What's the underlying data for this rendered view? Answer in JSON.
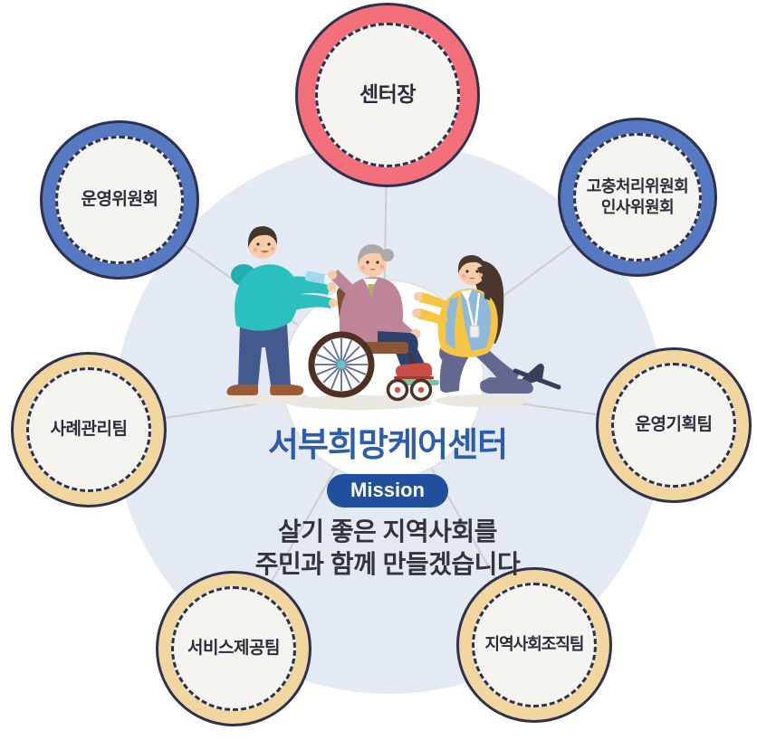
{
  "diagram": {
    "center": {
      "org_name": "서부희망케어센터",
      "mission_badge": "Mission",
      "mission_line1": "살기 좋은 지역사회를",
      "mission_line2": "주민과 함께 만들겠습니다"
    },
    "nodes": [
      {
        "id": "center-director",
        "label": "센터장",
        "ring_color": "#F3707B",
        "position": "top"
      },
      {
        "id": "steering-committee",
        "label": "운영위원회",
        "ring_color": "#5679C1",
        "position": "upper-left"
      },
      {
        "id": "grievance-personnel-committee",
        "label": "고충처리위원회\n인사위원회",
        "ring_color": "#5679C1",
        "position": "upper-right"
      },
      {
        "id": "case-management-team",
        "label": "사례관리팀",
        "ring_color": "#F1D6A0",
        "position": "middle-left"
      },
      {
        "id": "operations-planning-team",
        "label": "운영기획팀",
        "ring_color": "#F1D6A0",
        "position": "middle-right"
      },
      {
        "id": "service-provision-team",
        "label": "서비스제공팀",
        "ring_color": "#F1D6A0",
        "position": "bottom-left"
      },
      {
        "id": "community-organization-team",
        "label": "지역사회조직팀",
        "ring_color": "#F1D6A0",
        "position": "bottom-right"
      }
    ],
    "colors": {
      "canvas_bg": "#FFFFFF",
      "halo_bg": "#E4EAF4",
      "hub_bg": "#FFFFFF",
      "hub_stroke": "#E5E2DD",
      "connector_line": "#D0CDC9",
      "node_outline": "#2D3150",
      "node_inner_fill": "#F5F4F0",
      "node_label_color": "#2B2D3A",
      "ring_red": "#F3707B",
      "ring_blue": "#5679C1",
      "ring_tan": "#F1D6A0",
      "org_title_color": "#2C5CAC",
      "mission_badge_bg": "#1F4F9D",
      "mission_badge_text": "#FFFFFF",
      "mission_text_color": "#33353C"
    }
  }
}
